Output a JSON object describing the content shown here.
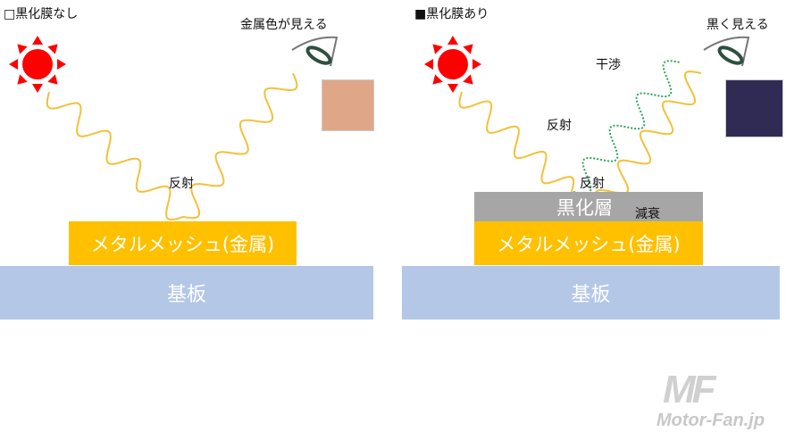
{
  "left": {
    "title": "□黒化膜なし",
    "result": "金属色が見える",
    "reflect": "反射",
    "mesh": "メタルメッシュ(金属)",
    "substrate": "基板",
    "swatch_color": "#dfa688"
  },
  "right": {
    "title": "■黒化膜あり",
    "result": "黒く見える",
    "interference": "干渉",
    "reflect_upper": "反射",
    "reflect_lower": "反射",
    "attenuation": "減衰",
    "black_layer": "黒化層",
    "mesh": "メタルメッシュ(金属)",
    "substrate": "基板",
    "swatch_color": "#2f2b55"
  },
  "logo": {
    "text": "Motor-Fan.jp",
    "mark": "MF"
  },
  "colors": {
    "wave": "#f2c13a",
    "interference": "#2aa55a",
    "sun": "#ff0000"
  }
}
